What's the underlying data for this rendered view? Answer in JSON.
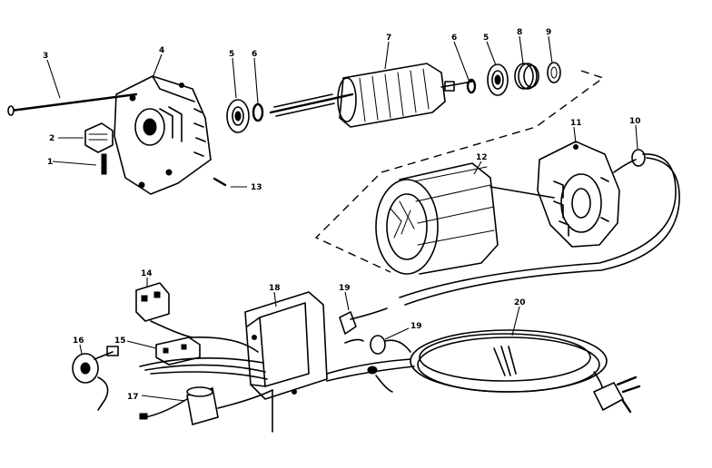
{
  "callouts": {
    "c1": "1",
    "c2": "2",
    "c3": "3",
    "c4": "4",
    "c5a": "5",
    "c6a": "6",
    "c7": "7",
    "c6b": "6",
    "c5b": "5",
    "c8": "8",
    "c9": "9",
    "c10": "10",
    "c11": "11",
    "c12": "12",
    "c13": "13",
    "c14": "14",
    "c15": "15",
    "c16": "16",
    "c17": "17",
    "c18": "18",
    "c19a": "19",
    "c19b": "19",
    "c20": "20"
  }
}
